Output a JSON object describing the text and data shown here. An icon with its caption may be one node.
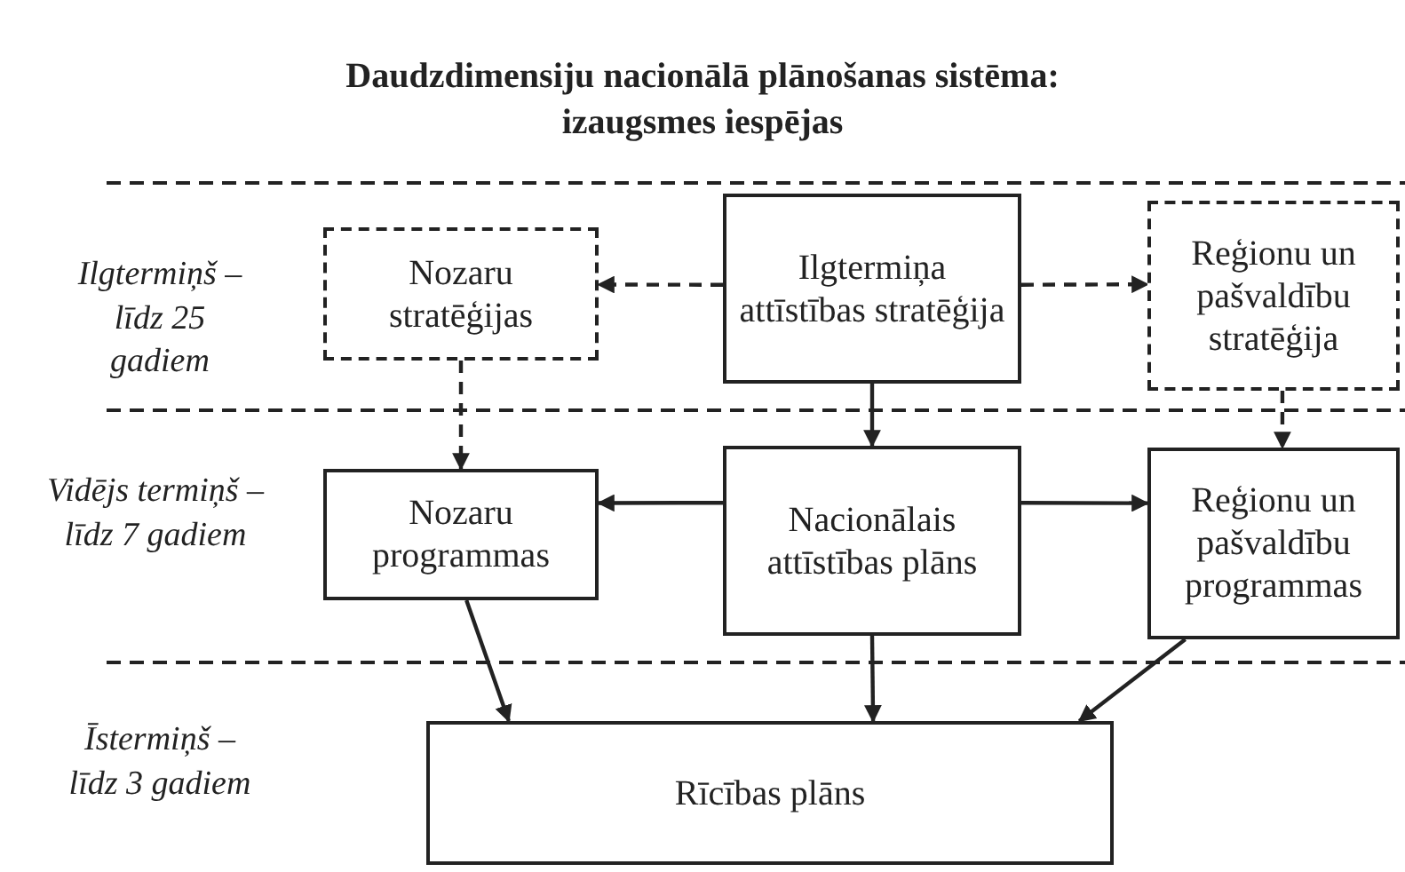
{
  "diagram": {
    "title": "Daudzdimensiju nacionālā plānošanas sistēma: izaugsmes iespējas",
    "nodes": [
      {
        "text": [
          "Nozaru stratēģijas"
        ]
      },
      {
        "text": [
          "Ilgtermiņa attīstības stratēģija"
        ]
      },
      {
        "text": [
          "Reģionu un pašvaldību stratēģija"
        ]
      },
      {
        "text": [
          "Nozaru programmas"
        ]
      },
      {
        "text": [
          "Nacionālais attīstības plāns"
        ]
      },
      {
        "text": [
          "Reģionu un pašvaldību programmas"
        ]
      },
      {
        "text": [
          "Rīcības plāns"
        ]
      }
    ],
    "edges": [
      {
        "from": 1,
        "to": 0,
        "arrow": "to",
        "style": "dashed"
      },
      {
        "from": 1,
        "to": 2,
        "arrow": "to",
        "style": "dashed"
      },
      {
        "from": 0,
        "to": 3,
        "arrow": "to",
        "style": "dashed"
      },
      {
        "from": 2,
        "to": 5,
        "arrow": "to",
        "style": "dashed"
      },
      {
        "from": 1,
        "to": 4,
        "arrow": "to"
      },
      {
        "from": 4,
        "to": 3,
        "arrow": "to"
      },
      {
        "from": 4,
        "to": 5,
        "arrow": "to"
      },
      {
        "from": 3,
        "to": 6,
        "arrow": "to"
      },
      {
        "from": 4,
        "to": 6,
        "arrow": "to"
      },
      {
        "from": 5,
        "to": 6,
        "arrow": "to"
      }
    ],
    "labels": [
      "Ilgtermiņš – līdz 25 gadiem",
      "Vidējs termiņš – līdz 7 gadiem",
      "Īstermiņš – līdz 3 gadiem"
    ]
  }
}
